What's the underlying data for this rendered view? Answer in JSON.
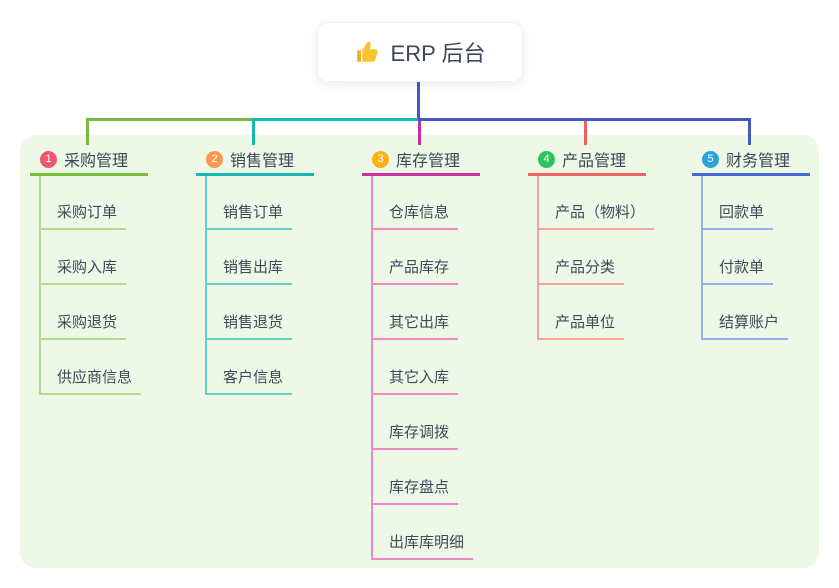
{
  "root": {
    "label": "ERP 后台",
    "icon": "thumbs-up-icon",
    "icon_color": "#f7c331"
  },
  "colors": {
    "canvas_bg": "#ffffff",
    "container_bg": "#edf8e7",
    "connector_blue": "#4456c8",
    "text_dark": "#3c4858",
    "child_text": "#3d4a57"
  },
  "branches": [
    {
      "number": "1",
      "label": "采购管理",
      "badge_color": "#f0596b",
      "line_color": "#79bb3f",
      "child_line_color": "#b3da8e",
      "children": [
        "采购订单",
        "采购入库",
        "采购退货",
        "供应商信息"
      ]
    },
    {
      "number": "2",
      "label": "销售管理",
      "badge_color": "#fb9a4e",
      "line_color": "#14b8b1",
      "child_line_color": "#62d2c9",
      "children": [
        "销售订单",
        "销售出库",
        "销售退货",
        "客户信息"
      ]
    },
    {
      "number": "3",
      "label": "库存管理",
      "badge_color": "#fbb018",
      "line_color": "#cb2d9d",
      "child_line_color": "#ef8ac2",
      "children": [
        "仓库信息",
        "产品库存",
        "其它出库",
        "其它入库",
        "库存调拨",
        "库存盘点",
        "出库库明细"
      ]
    },
    {
      "number": "4",
      "label": "产品管理",
      "badge_color": "#2ec35b",
      "line_color": "#f25f63",
      "child_line_color": "#f8a2a0",
      "children": [
        "产品（物料）",
        "产品分类",
        "产品单位"
      ]
    },
    {
      "number": "5",
      "label": "财务管理",
      "badge_color": "#29a5de",
      "line_color": "#4467d1",
      "child_line_color": "#90b1e9",
      "children": [
        "回款单",
        "付款单",
        "结算账户"
      ]
    }
  ]
}
